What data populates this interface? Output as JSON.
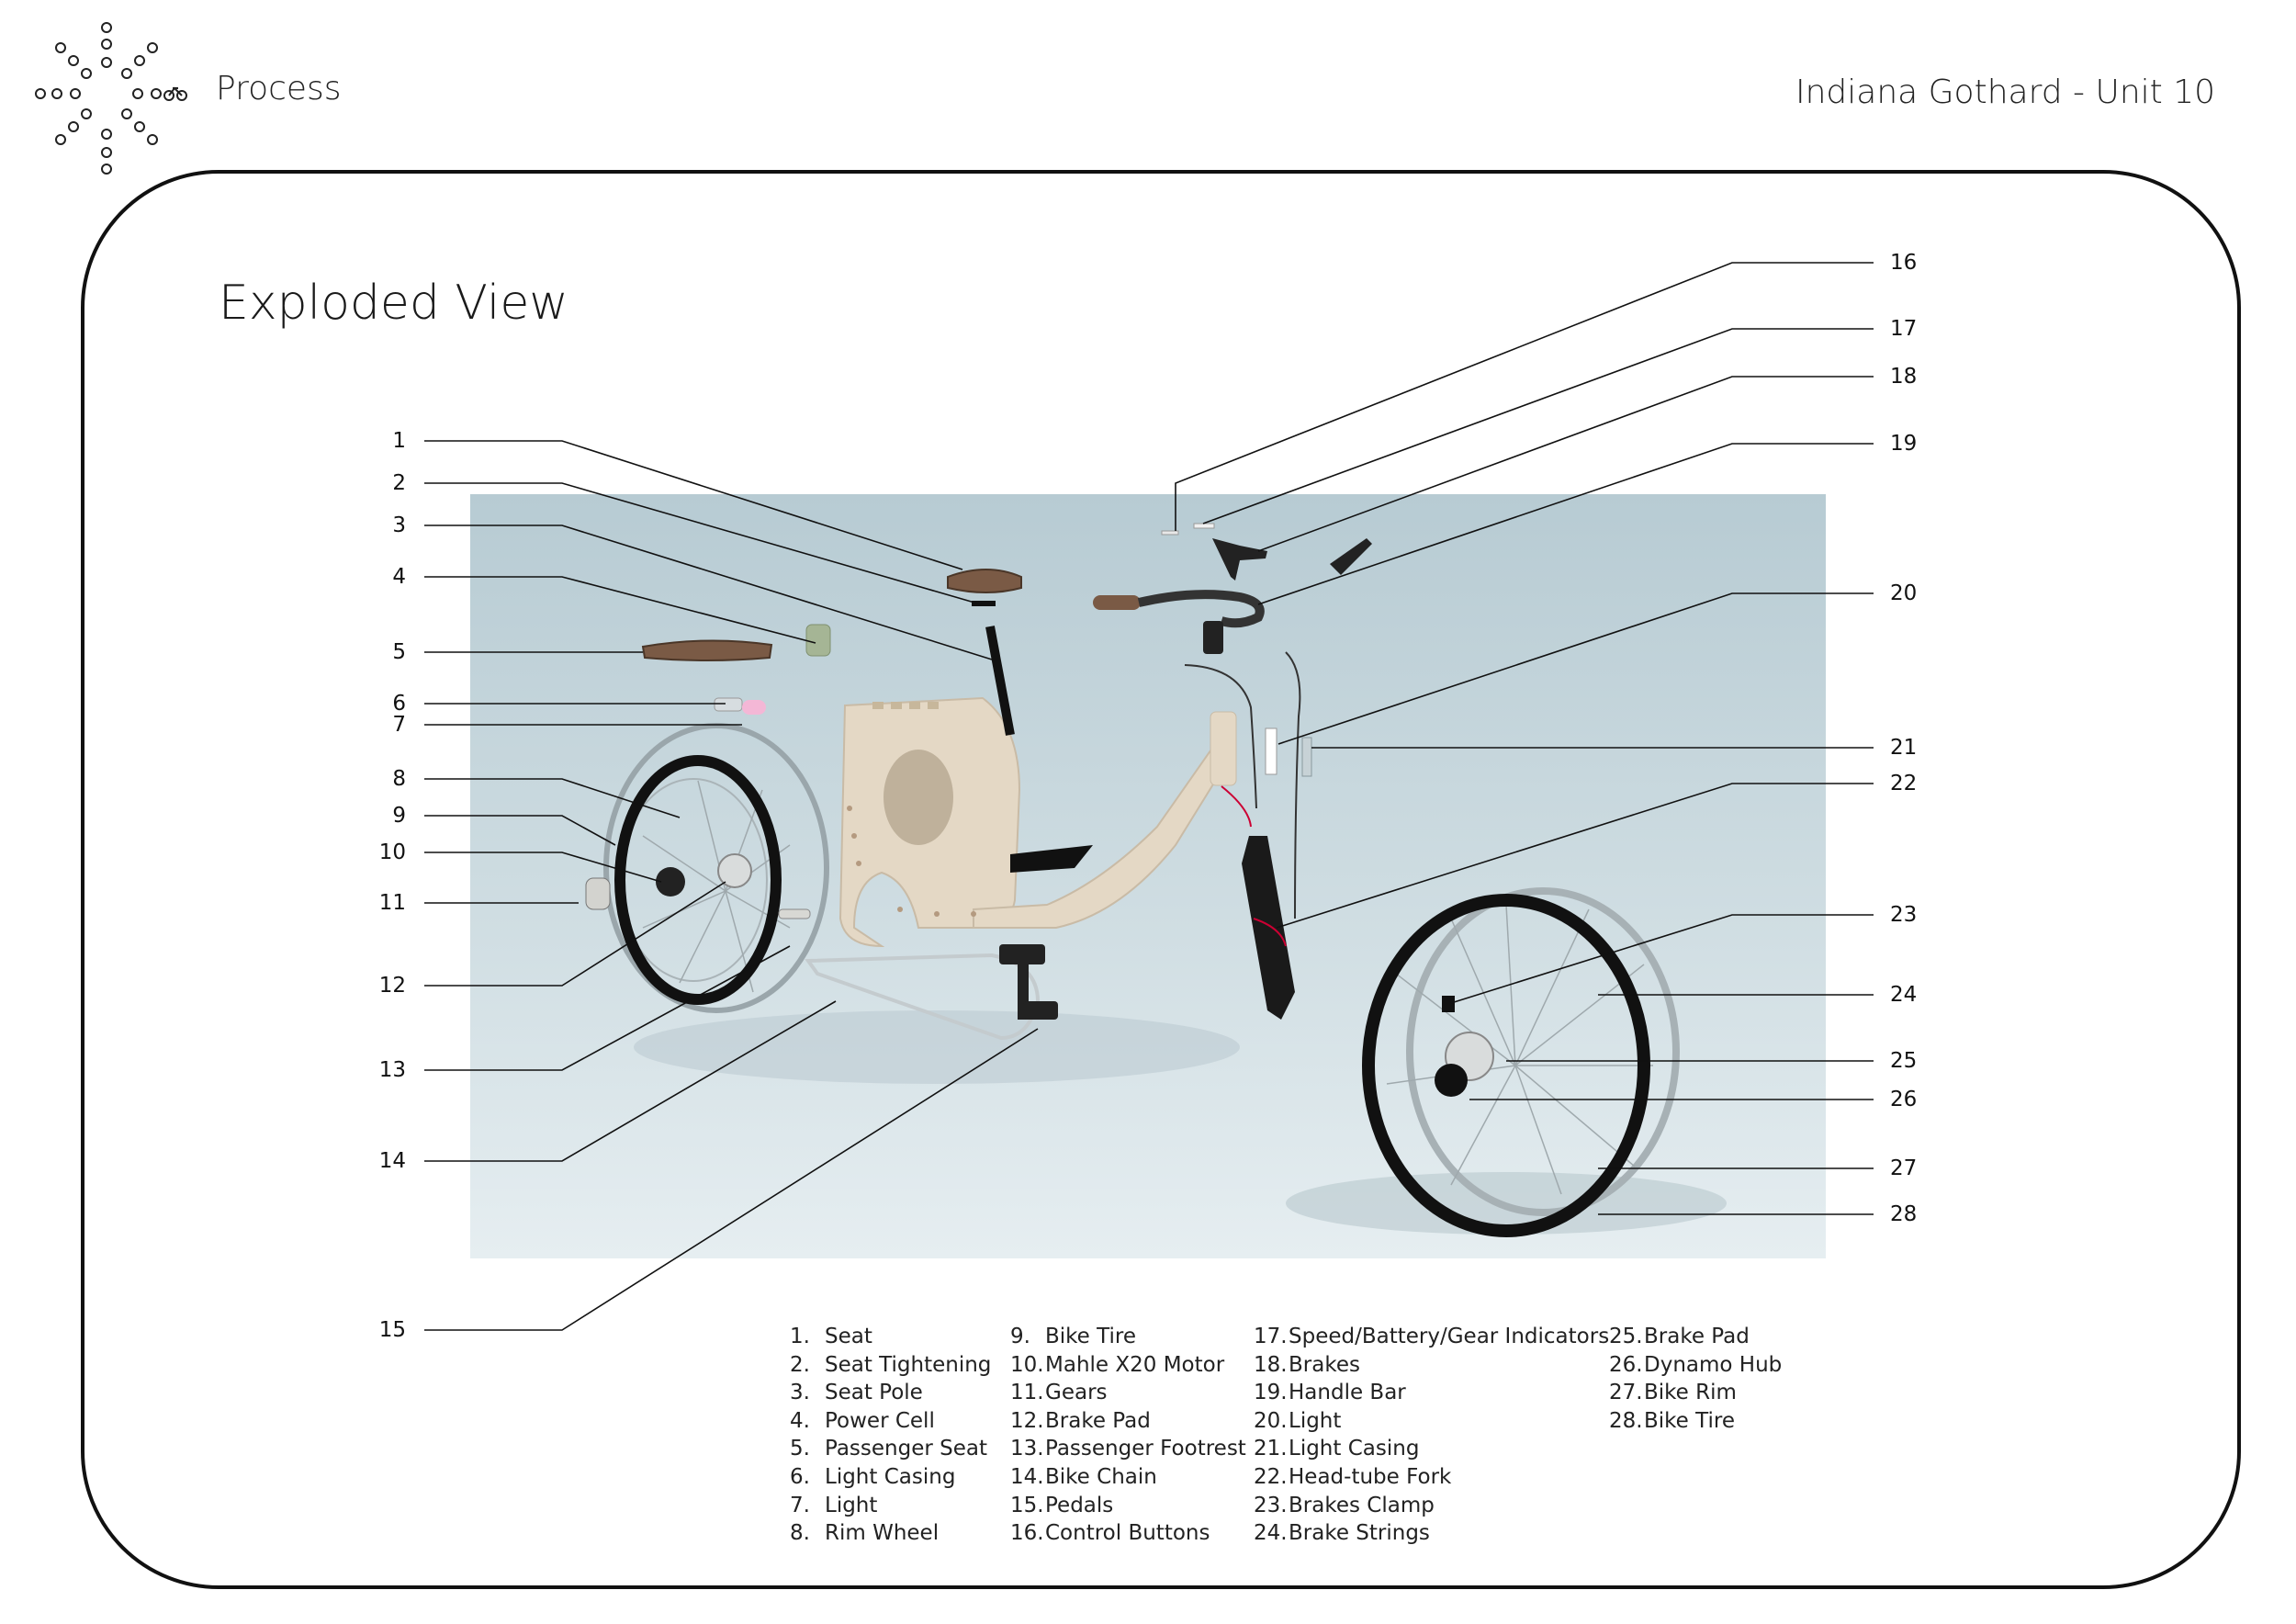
{
  "header": {
    "section": "Process",
    "author_unit": "Indiana Gothard - Unit 10"
  },
  "title": "Exploded View",
  "callouts_left": [
    "1",
    "2",
    "3",
    "4",
    "5",
    "6",
    "7",
    "8",
    "9",
    "10",
    "11",
    "12",
    "13",
    "14",
    "15"
  ],
  "callouts_right": [
    "16",
    "17",
    "18",
    "19",
    "20",
    "21",
    "22",
    "23",
    "24",
    "25",
    "26",
    "27",
    "28"
  ],
  "legend": {
    "col1": [
      {
        "n": "1.",
        "label": "Seat"
      },
      {
        "n": "2.",
        "label": "Seat Tightening"
      },
      {
        "n": "3.",
        "label": "Seat Pole"
      },
      {
        "n": "4.",
        "label": "Power Cell"
      },
      {
        "n": "5.",
        "label": "Passenger Seat"
      },
      {
        "n": "6.",
        "label": "Light Casing"
      },
      {
        "n": "7.",
        "label": "Light"
      },
      {
        "n": "8.",
        "label": "Rim Wheel"
      }
    ],
    "col2": [
      {
        "n": "9.",
        "label": "Bike Tire"
      },
      {
        "n": "10.",
        "label": "Mahle X20 Motor"
      },
      {
        "n": "11.",
        "label": "Gears"
      },
      {
        "n": "12.",
        "label": "Brake Pad"
      },
      {
        "n": "13.",
        "label": "Passenger Footrest"
      },
      {
        "n": "14.",
        "label": "Bike Chain"
      },
      {
        "n": "15.",
        "label": "Pedals"
      },
      {
        "n": "16.",
        "label": "Control Buttons"
      }
    ],
    "col3": [
      {
        "n": "17.",
        "label": "Speed/Battery/Gear Indicators"
      },
      {
        "n": "18.",
        "label": "Brakes"
      },
      {
        "n": "19.",
        "label": "Handle Bar"
      },
      {
        "n": "20.",
        "label": "Light"
      },
      {
        "n": "21.",
        "label": "Light Casing"
      },
      {
        "n": "22.",
        "label": "Head-tube Fork"
      },
      {
        "n": "23.",
        "label": "Brakes Clamp"
      },
      {
        "n": "24.",
        "label": "Brake Strings"
      }
    ],
    "col4": [
      {
        "n": "25.",
        "label": "Brake Pad"
      },
      {
        "n": "26.",
        "label": "Dynamo Hub"
      },
      {
        "n": "27.",
        "label": "Bike Rim"
      },
      {
        "n": "28.",
        "label": "Bike Tire"
      }
    ]
  },
  "colors": {
    "frame_body": "#e3d7c4",
    "background_panel": "#c5d6dc",
    "seat": "#7a5a45",
    "tire": "#111111",
    "light": "#f4b7d6",
    "power_cell": "#a5b595"
  },
  "icons": [
    "bike-logo-icon"
  ]
}
